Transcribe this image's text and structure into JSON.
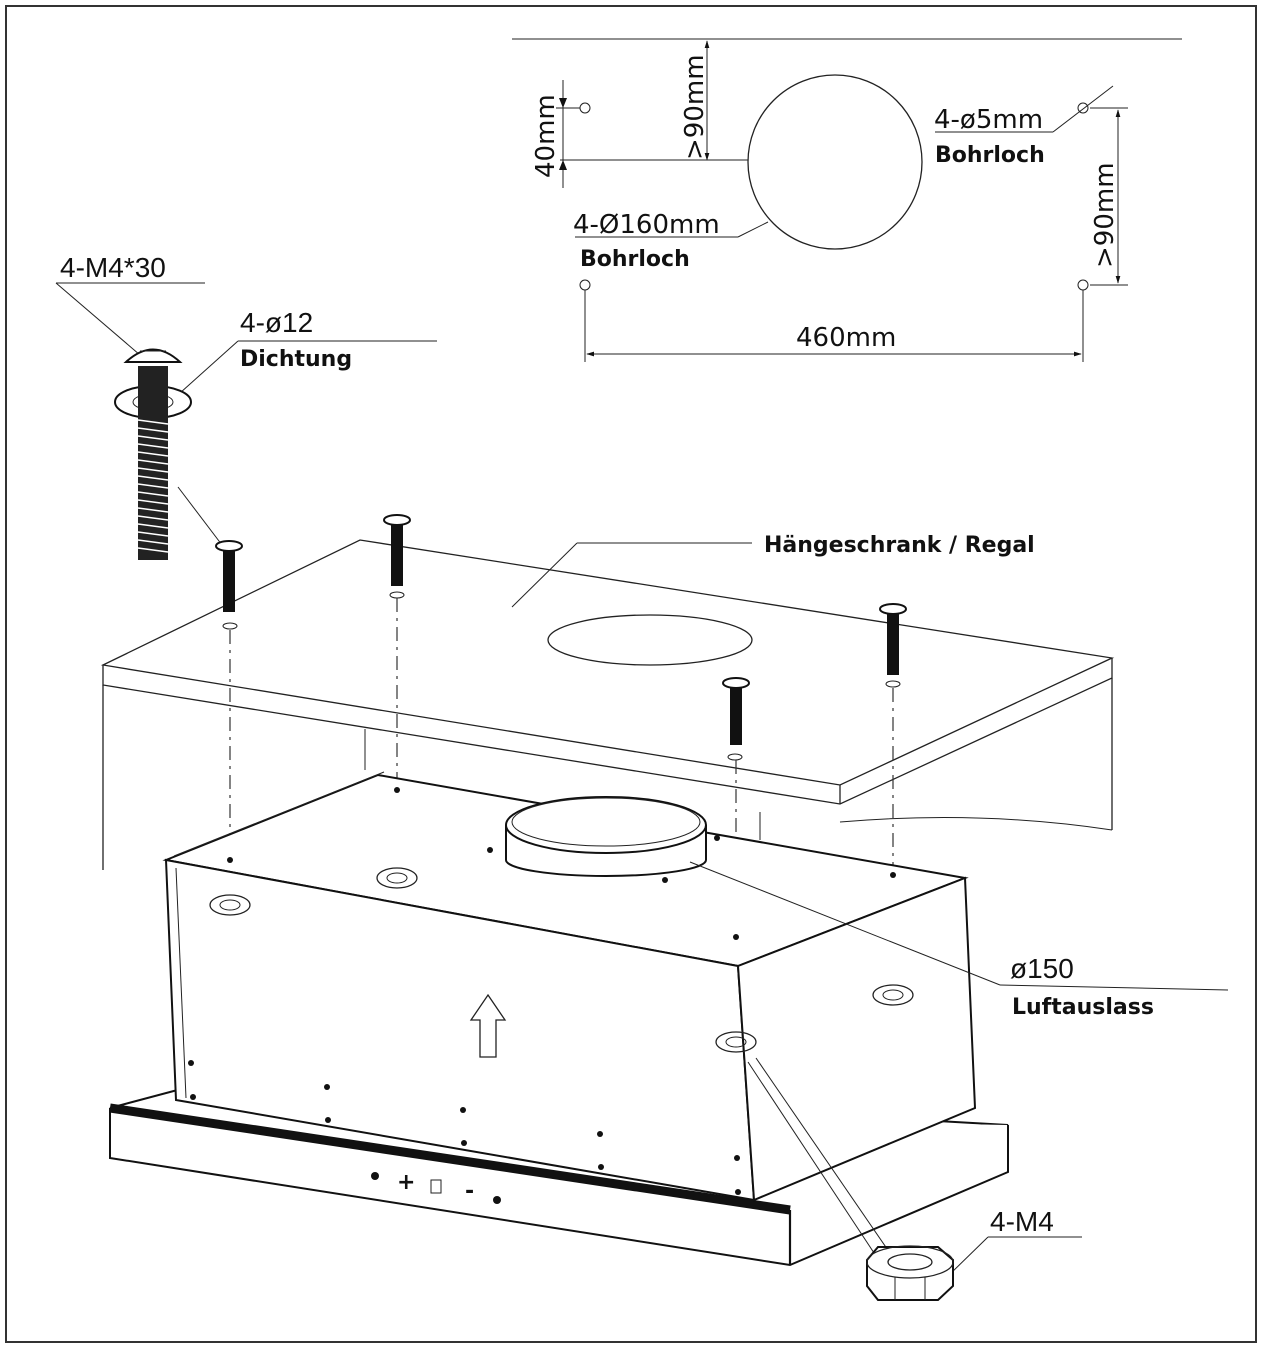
{
  "dimensions": {
    "gap_top_left": ">90mm",
    "offset_40": "40mm",
    "gap_right": ">90mm",
    "width_460": "460mm"
  },
  "labels": {
    "screw_spec": "4-M4*30",
    "washer_spec": "4-ø12",
    "washer_name": "Dichtung",
    "small_hole_spec": "4-ø5mm",
    "small_hole_name": "Bohrloch",
    "big_hole_spec": "4-Ø160mm",
    "big_hole_name": "Bohrloch",
    "cabinet": "Hängeschrank / Regal",
    "outlet_spec": "ø150",
    "outlet_name": "Luftauslass",
    "nut_spec": "4-M4"
  },
  "control_panel": {
    "plus": "+",
    "minus": "-"
  }
}
